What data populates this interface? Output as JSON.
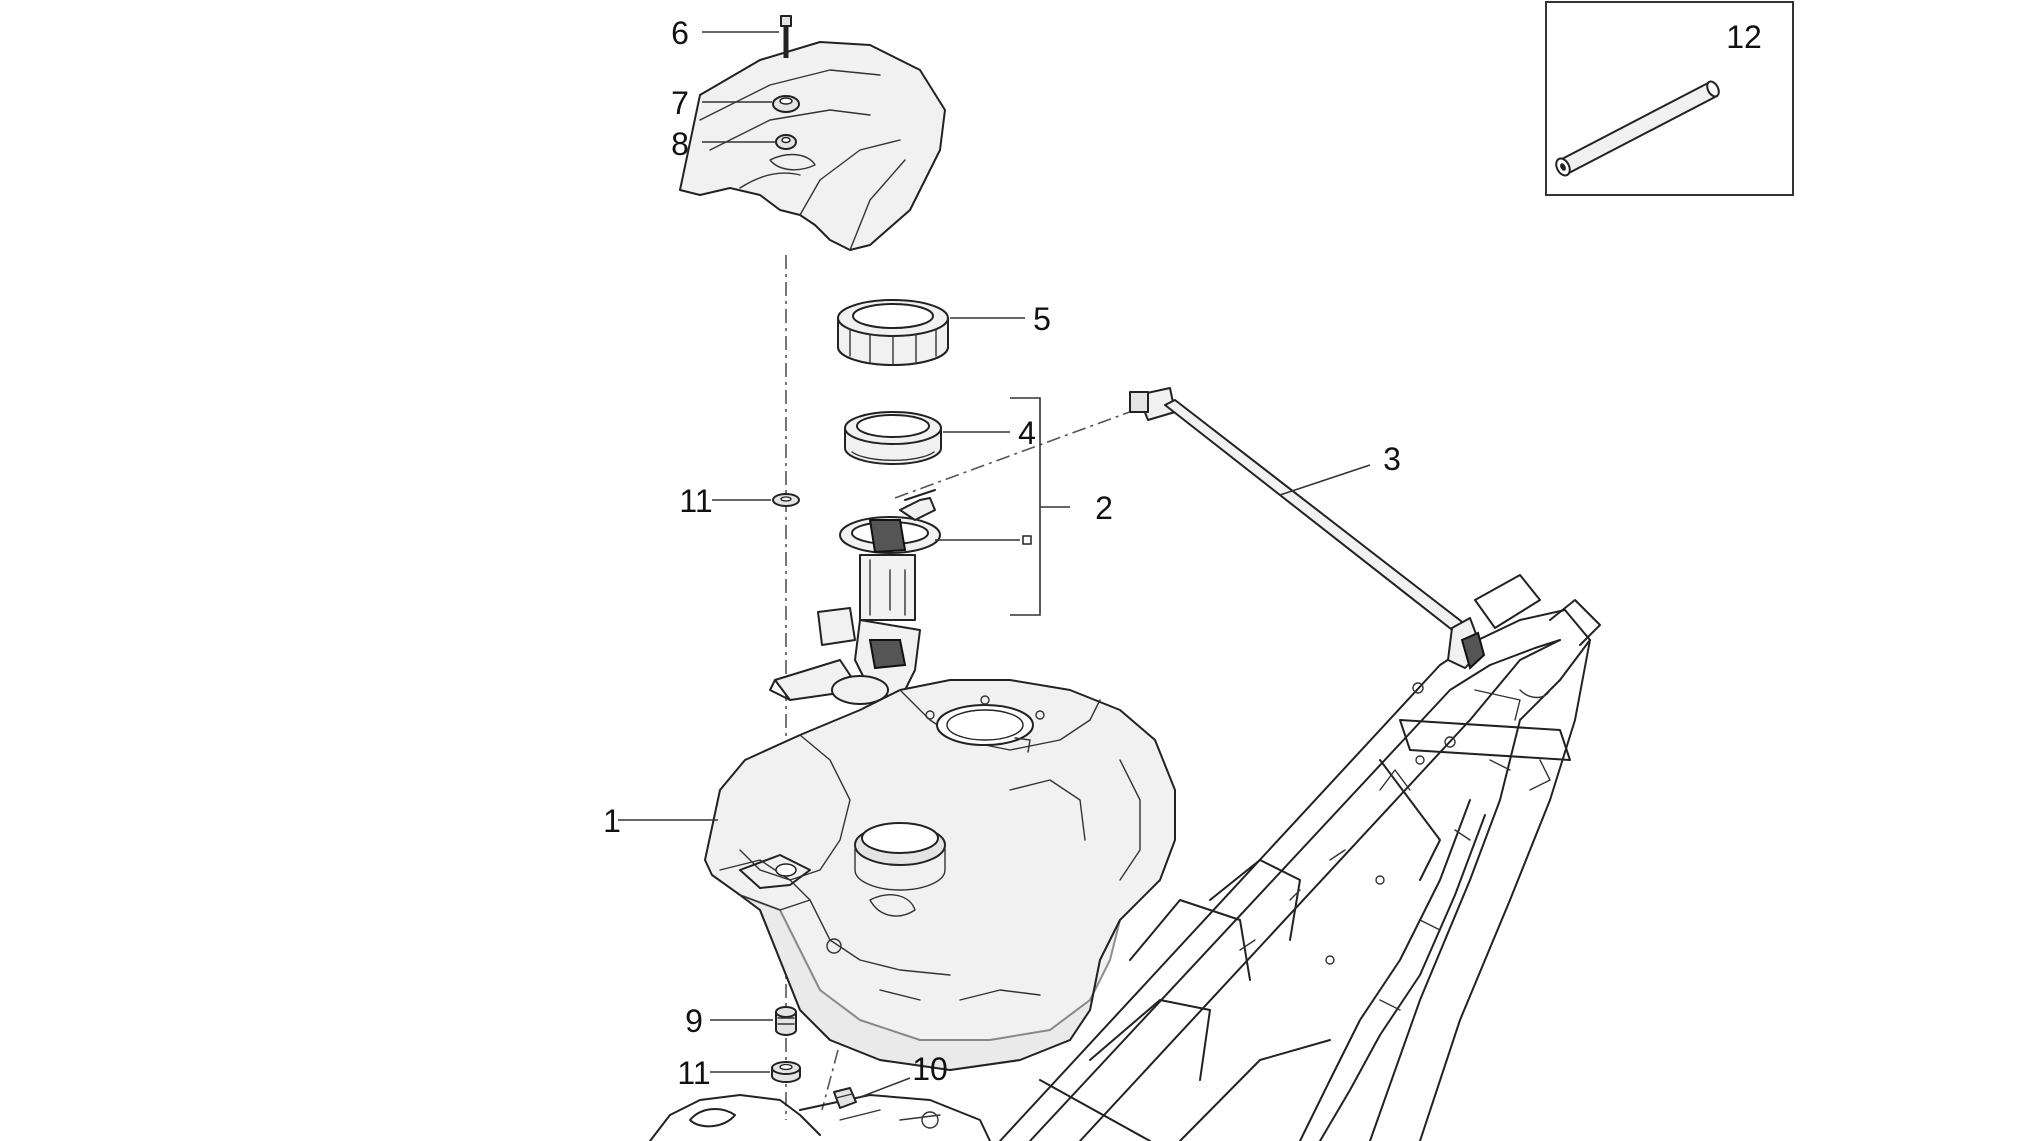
{
  "diagram": {
    "type": "exploded-parts-diagram",
    "callouts": {
      "c1": "1",
      "c2": "2",
      "c3": "3",
      "c4": "4",
      "c5": "5",
      "c6": "6",
      "c7": "7",
      "c8": "8",
      "c9": "9",
      "c10": "10",
      "c11a": "11",
      "c11b": "11",
      "c12": "12"
    },
    "colors": {
      "line": "#222222",
      "background": "#ffffff"
    }
  }
}
